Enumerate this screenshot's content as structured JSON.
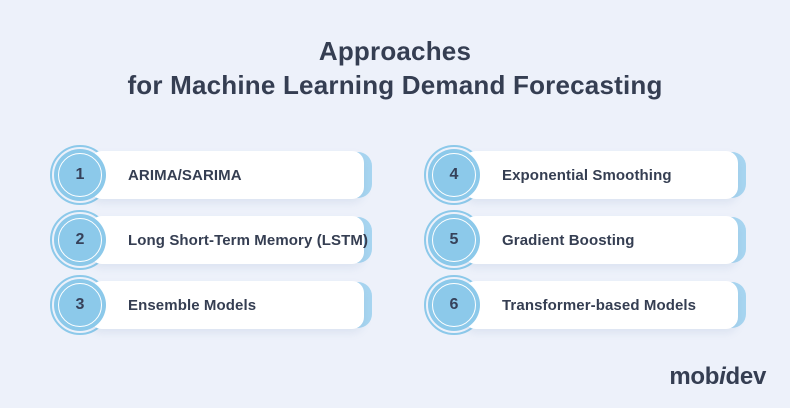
{
  "title": {
    "line1": "Approaches",
    "line2": "for Machine Learning Demand Forecasting"
  },
  "items": [
    {
      "number": "1",
      "label": "ARIMA/SARIMA"
    },
    {
      "number": "2",
      "label": "Long Short-Term Memory (LSTM)"
    },
    {
      "number": "3",
      "label": "Ensemble Models"
    },
    {
      "number": "4",
      "label": "Exponential Smoothing"
    },
    {
      "number": "5",
      "label": "Gradient Boosting"
    },
    {
      "number": "6",
      "label": "Transformer-based Models"
    }
  ],
  "logo": {
    "part1": "mob",
    "part2": "i",
    "part3": "dev"
  },
  "colors": {
    "background": "#edf1fa",
    "accent_blue": "#8cc9ea",
    "bracket_blue": "#a7d5f0",
    "text_dark": "#353e52",
    "card_white": "#ffffff"
  }
}
